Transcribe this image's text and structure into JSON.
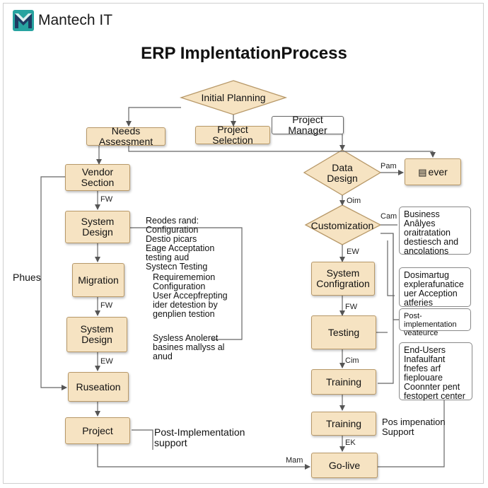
{
  "brand": {
    "name": "Mantech IT",
    "logo_icon": "mantech-logo-icon",
    "colors": {
      "teal": "#27a3a0",
      "navy": "#1f3b63",
      "box_fill": "#f6e3c2",
      "box_border": "#b79868"
    }
  },
  "title": "ERP ImplentationProcess",
  "nodes": {
    "initial_planning": "Initial Planning",
    "needs_assessment": "Needs Assessment",
    "project_selection": "Project Selection",
    "project_manager": "Project Manager",
    "vendor_section": "Vendor Section",
    "system_design_1": "System Design",
    "migration": "Migration",
    "system_design_2": "System\nDesign",
    "ruseation": "Ruseation",
    "project": "Project",
    "data_design": "Data\nDesign",
    "ever": "ever",
    "customization": "Customization",
    "system_configration": "System\nConfigration",
    "testing": "Testing",
    "training_1": "Training",
    "training_2": "Training",
    "go_live": "Go-live"
  },
  "notes": {
    "left_list": "Reodes rand:\nConfiguration\nDestio picars\nEage Acceptation\ntesting aud\nSystecn Testing",
    "requirement": "Requirememion\nConfiguration\nUser Accepfrepting\nider detestion by\ngenplien testion",
    "sysless": "Sysless Anoleret\nbasines mallyss al\nanud",
    "post_impl_left": "Post-Implementation\nsupport",
    "phues": "Phues",
    "business": "Business Anâlyes\noraitratation\ndestiesch and\nancolations",
    "dosimartug": "Dosimartug\nexplerafunatice\nuer Acception\natferies",
    "post_impl_box": "Post-implementation\nveateurce",
    "end_users": "End-Users\nInafaulfant\nfnefes arf\nfieplouare\nCoonnter pent\nfestopert center",
    "pos_impenation": "Pos impenation\nSupport"
  },
  "edge_labels": {
    "fw_1": "FW",
    "fw_2": "FW",
    "ew_1": "EW",
    "oim_1": "Oim",
    "ew_2": "EW",
    "fw_3": "FW",
    "cim": "Cim",
    "ek": "EK",
    "pam": "Pam",
    "cam": "Cam",
    "mam": "Mam"
  }
}
